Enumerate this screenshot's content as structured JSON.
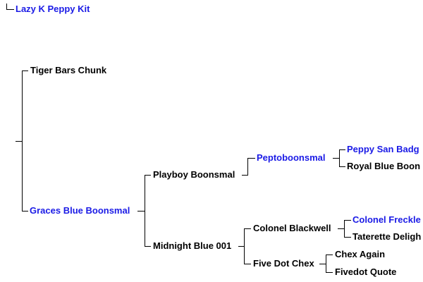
{
  "colors": {
    "text": "#000000",
    "link": "#1a1ae6",
    "line": "#000000",
    "background": "#ffffff"
  },
  "top": {
    "label": "Lazy K Peppy Kit",
    "link": true
  },
  "pedigree": {
    "sire": {
      "label": "Tiger Bars Chunk",
      "link": false
    },
    "dam": {
      "label": "Graces Blue Boonsmal",
      "link": true
    },
    "dam_sire": {
      "label": "Playboy Boonsmal",
      "link": false
    },
    "dam_dam": {
      "label": "Midnight Blue 001",
      "link": false
    },
    "ds_sire": {
      "label": "Peptoboonsmal",
      "link": true
    },
    "dd_sire": {
      "label": "Colonel Blackwell",
      "link": false
    },
    "dd_dam": {
      "label": "Five Dot Chex",
      "link": false
    },
    "dss_sire": {
      "label": "Peppy San Badg",
      "link": true
    },
    "dss_dam": {
      "label": "Royal Blue Boon",
      "link": false
    },
    "dds_sire": {
      "label": "Colonel Freckle",
      "link": true
    },
    "dds_dam": {
      "label": "Taterette Deligh",
      "link": false
    },
    "ddd_sire": {
      "label": "Chex Again",
      "link": false
    },
    "ddd_dam": {
      "label": "Fivedot Quote",
      "link": false
    }
  }
}
